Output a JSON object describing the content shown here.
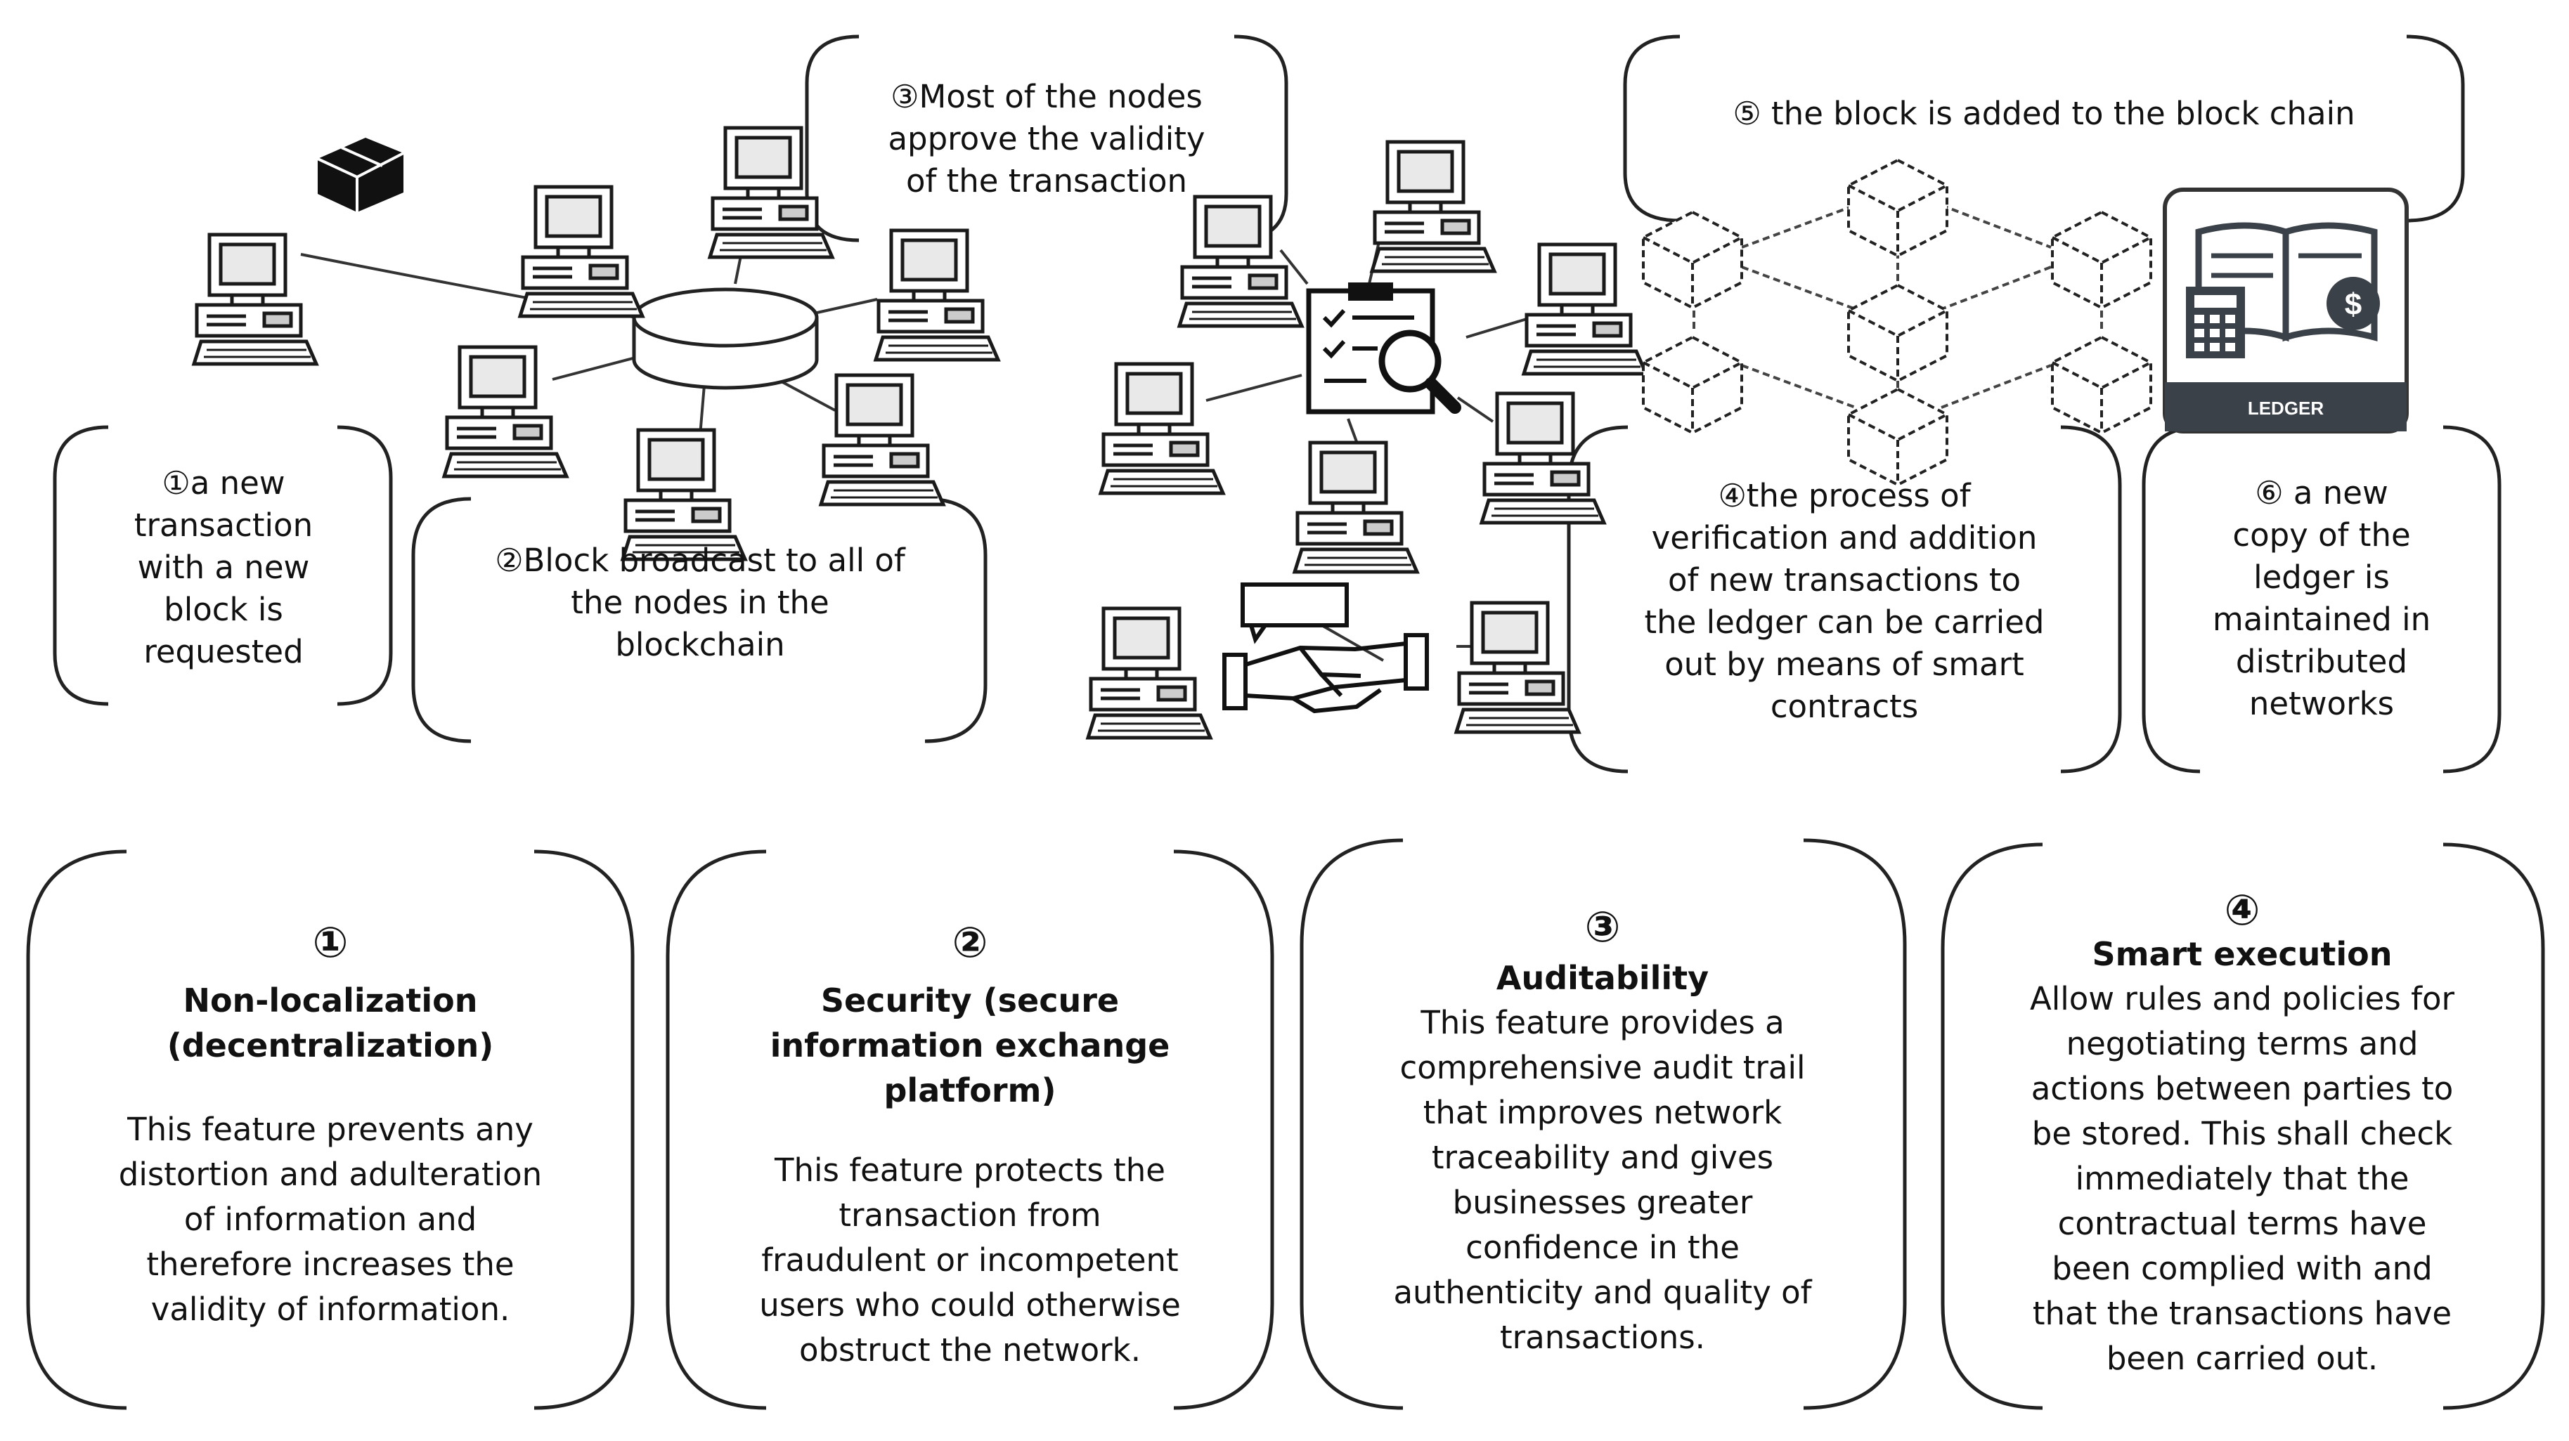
{
  "process_steps": {
    "step1": {
      "lines": [
        "①a new",
        "transaction",
        "with a new",
        "block is",
        "requested"
      ]
    },
    "step2": {
      "lines": [
        "②Block broadcast to all of",
        "the nodes in the",
        "blockchain"
      ]
    },
    "step3": {
      "lines": [
        "③Most of the nodes",
        "approve the validity",
        "of the transaction"
      ]
    },
    "step4": {
      "lines": [
        "④the process of",
        "verification and addition",
        "of new transactions to",
        "the ledger can be carried",
        "out by means of smart",
        "contracts"
      ]
    },
    "step5": {
      "lines": [
        "⑤ the block is added to the block chain"
      ]
    },
    "step6": {
      "lines": [
        "⑥ a new",
        "copy of the",
        "ledger is",
        "maintained in",
        "distributed",
        "networks"
      ]
    }
  },
  "ledger_icon_label": "LEDGER",
  "features": [
    {
      "number": "①",
      "title_lines": [
        "Non-localization",
        "(decentralization)"
      ],
      "body_lines": [
        "This feature prevents any",
        "distortion and adulteration",
        "of information and",
        "therefore increases the",
        "validity of information."
      ]
    },
    {
      "number": "②",
      "title_lines": [
        "Security (secure",
        "information exchange",
        "platform)"
      ],
      "body_lines": [
        "This feature protects the",
        "transaction from",
        "fraudulent or incompetent",
        "users who could otherwise",
        "obstruct the network."
      ]
    },
    {
      "number": "③",
      "title_lines": [
        "Auditability"
      ],
      "body_lines": [
        "This feature provides a",
        "comprehensive audit trail",
        "that improves network",
        "traceability and gives",
        "businesses greater",
        "confidence in the",
        "authenticity and quality of",
        "transactions."
      ]
    },
    {
      "number": "④",
      "title_lines": [
        "Smart execution"
      ],
      "body_lines": [
        "Allow rules and policies for",
        "negotiating terms and",
        "actions between parties to",
        "be stored. This shall check",
        "immediately that the",
        "contractual terms have",
        "been complied with and",
        "that the transactions have",
        "been carried out."
      ]
    }
  ]
}
